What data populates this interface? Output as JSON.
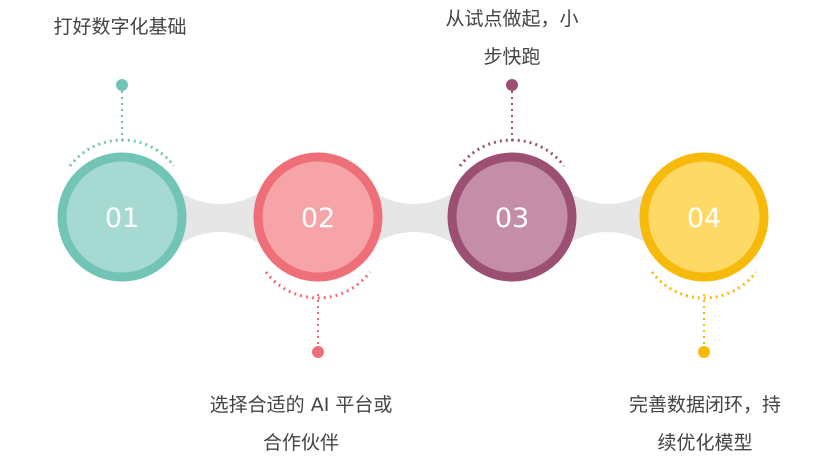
{
  "steps": [
    {
      "number": "01",
      "text": "打好数字化基础",
      "ring_color": "#72C4B7",
      "fill_color": "#A5D9D1"
    },
    {
      "number": "02",
      "text": "选择合适的 AI 平台或合作伙伴",
      "ring_color": "#EF6F78",
      "fill_color": "#F7A4A9"
    },
    {
      "number": "03",
      "text": "从试点做起，小步快跑",
      "ring_color": "#9B4F72",
      "fill_color": "#C48EA9"
    },
    {
      "number": "04",
      "text": "完善数据闭环，持续优化模型",
      "ring_color": "#F7BA0B",
      "fill_color": "#FFD966"
    }
  ],
  "connector_color": "#E6E6E6"
}
